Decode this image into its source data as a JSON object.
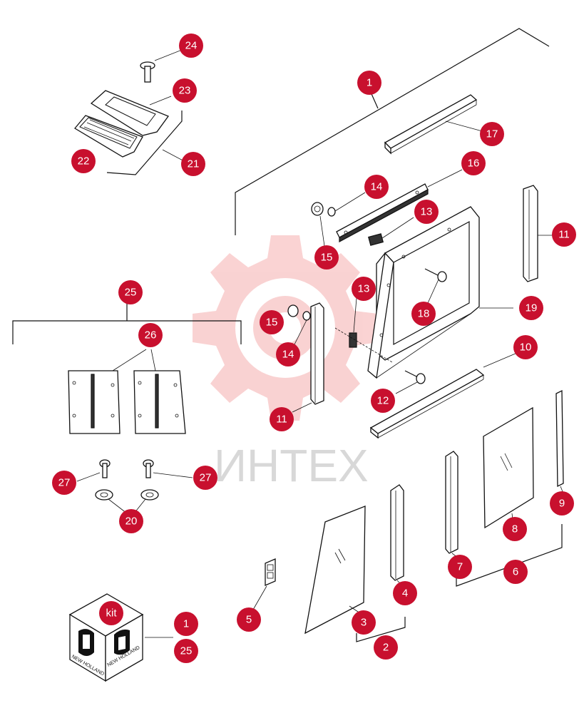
{
  "watermark": {
    "text": "ИНТЕХ",
    "color": "#f4b3b3"
  },
  "accent": "#c8102e",
  "labels": {
    "l1": "1",
    "l2": "2",
    "l3": "3",
    "l4": "4",
    "l5": "5",
    "l6": "6",
    "l7": "7",
    "l8": "8",
    "l9": "9",
    "l10": "10",
    "l11a": "11",
    "l11b": "11",
    "l12": "12",
    "l13a": "13",
    "l13b": "13",
    "l14a": "14",
    "l14b": "14",
    "l15a": "15",
    "l15b": "15",
    "l16": "16",
    "l17": "17",
    "l18": "18",
    "l19": "19",
    "l20": "20",
    "l21": "21",
    "l22": "22",
    "l23": "23",
    "l24": "24",
    "l25": "25",
    "l26": "26",
    "l27a": "27",
    "l27b": "27",
    "kit": "kit",
    "kit1": "1",
    "kit25": "25"
  },
  "kit_box": {
    "brand": "NEW HOLLAND"
  }
}
